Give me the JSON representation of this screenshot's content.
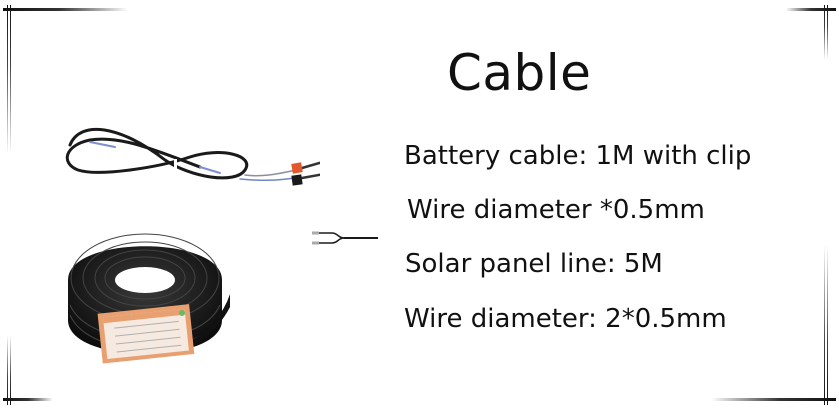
{
  "title": "Cable",
  "specs": [
    "Battery cable: 1M with clip",
    "Wire diameter *0.5mm",
    "Solar panel line: 5M",
    "Wire diameter: 2*0.5mm"
  ],
  "images": {
    "battery_cable": "battery-cable-with-clips",
    "cable_coil": "solar-panel-cable-coil",
    "splitter": "y-splitter-wire"
  },
  "colors": {
    "text": "#111111",
    "background": "#ffffff",
    "clip_red": "#e4572e",
    "clip_black": "#1a1a1a",
    "wire_blue": "#6f86c8",
    "label_orange": "#e8a070"
  }
}
